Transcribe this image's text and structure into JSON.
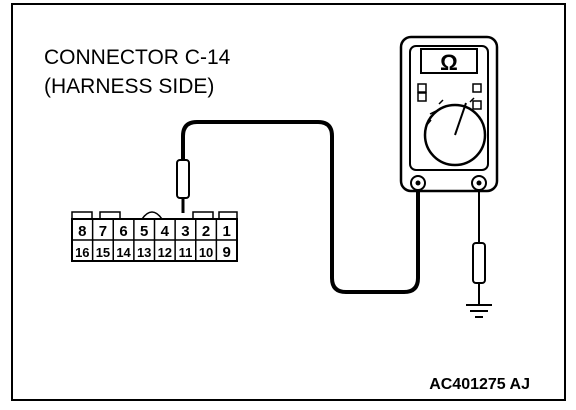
{
  "title_line1": "CONNECTOR C-14",
  "title_line2": "(HARNESS SIDE)",
  "meter_symbol": "Ω",
  "footer_code": "AC401275 AJ",
  "connector_top_pins": [
    "8",
    "7",
    "6",
    "5",
    "4",
    "3",
    "2",
    "1"
  ],
  "connector_bottom_pins": [
    "16",
    "15",
    "14",
    "13",
    "12",
    "11",
    "10",
    "9"
  ],
  "probed_pin": "3",
  "icons": [
    "ohmmeter-icon",
    "test-probe-icon",
    "ground-symbol-icon"
  ],
  "colors": {
    "ink": "#000000",
    "paper": "#ffffff"
  }
}
